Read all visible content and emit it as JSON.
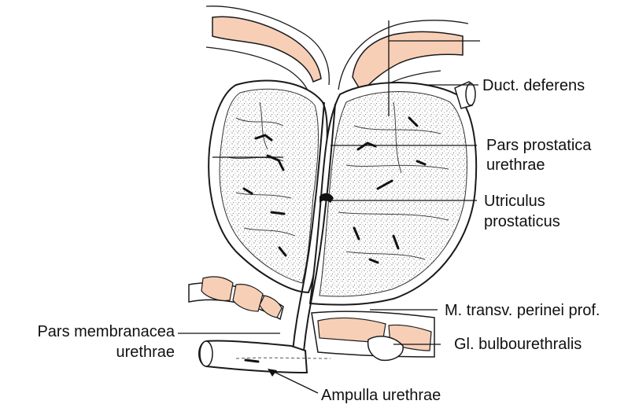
{
  "labels": {
    "duct_deferens": "Duct. deferens",
    "pars_prostatica": [
      "Pars prostatica",
      "urethrae"
    ],
    "utriculus": [
      "Utriculus",
      "prostaticus"
    ],
    "m_transv": "M. transv. perinei prof.",
    "gl_bulbo": "Gl. bulbourethralis",
    "pars_membranacea": [
      "Pars membranacea",
      "urethrae"
    ],
    "ampulla": "Ampulla urethrae"
  },
  "colors": {
    "muscle_fill": "#f7cfb7",
    "gland_stipple": "#8a8a8a",
    "outline": "#1a1a1a",
    "background": "#ffffff"
  }
}
